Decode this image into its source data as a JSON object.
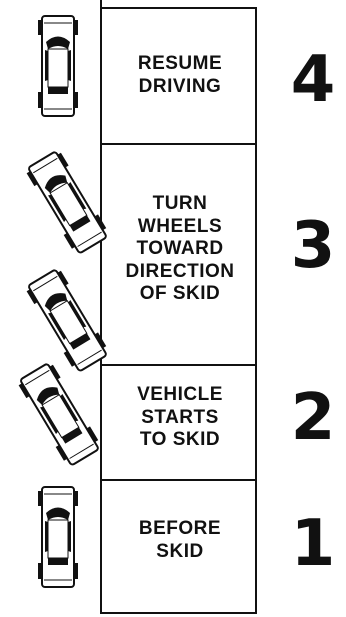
{
  "steps": [
    {
      "label": "RESUME\nDRIVING",
      "number": "4"
    },
    {
      "label": "TURN\nWHEELS\nTOWARD\nDIRECTION\nOF SKID",
      "number": "3"
    },
    {
      "label": "VEHICLE\nSTARTS\nTO SKID",
      "number": "2"
    },
    {
      "label": "BEFORE\nSKID",
      "number": "1"
    }
  ],
  "colors": {
    "ink": "#111111",
    "background": "#ffffff"
  },
  "icons": [
    "car-top-view-icon"
  ]
}
